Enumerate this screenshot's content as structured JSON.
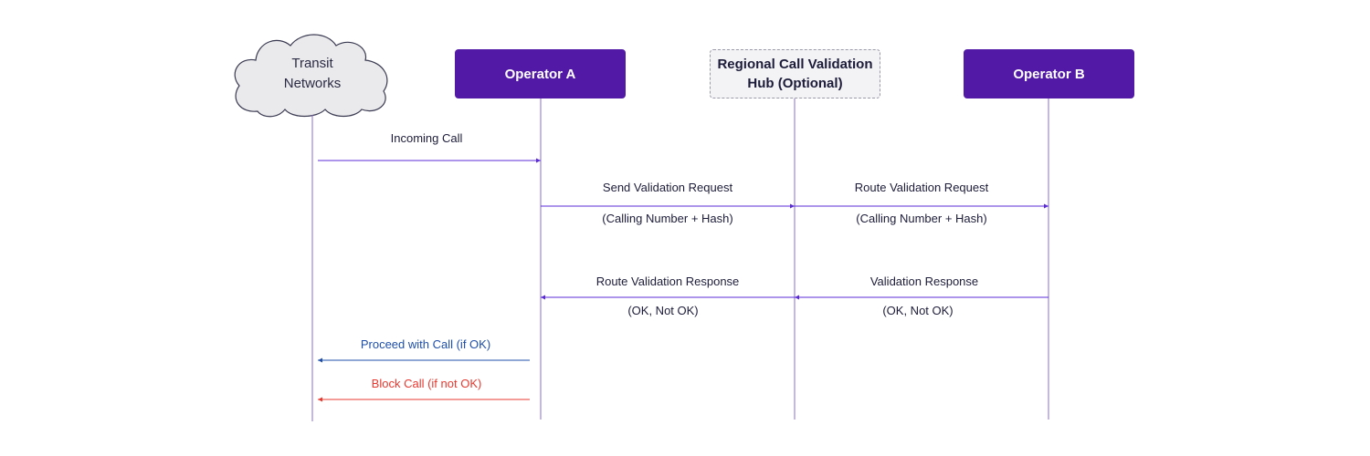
{
  "participants": {
    "transit": {
      "line1": "Transit",
      "line2": "Networks"
    },
    "operator_a": {
      "label": "Operator A"
    },
    "hub": {
      "line1": "Regional Call Validation",
      "line2": "Hub (Optional)"
    },
    "operator_b": {
      "label": "Operator B"
    }
  },
  "messages": {
    "incoming_call": {
      "label": "Incoming Call"
    },
    "send_validation": {
      "label": "Send Validation Request",
      "detail": "(Calling Number + Hash)"
    },
    "route_validation_request": {
      "label": "Route Validation Request",
      "detail": "(Calling Number + Hash)"
    },
    "route_validation_response": {
      "label": "Route Validation Response",
      "detail": "(OK, Not OK)"
    },
    "validation_response": {
      "label": "Validation Response",
      "detail": "(OK, Not OK)"
    },
    "proceed": {
      "label": "Proceed with Call (if OK)"
    },
    "block": {
      "label": "Block Call (if not OK)"
    }
  },
  "colors": {
    "operator_fill": "#5219a6",
    "arrow": "#5a2bd6",
    "proceed": "#1f4fa8",
    "block": "#e8382f",
    "lifeline": "#8a6fd0"
  }
}
